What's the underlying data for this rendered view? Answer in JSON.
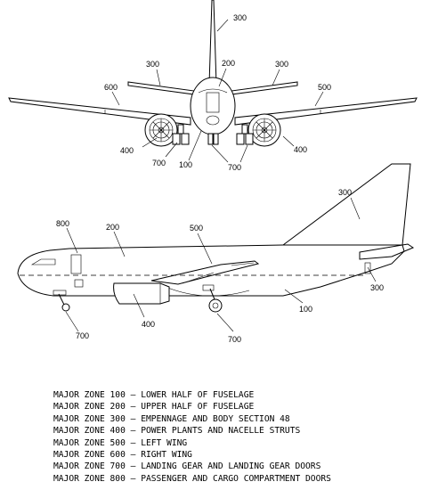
{
  "front_view": {
    "callouts": {
      "fin_top": "300",
      "stab_left": "300",
      "nose_top": "200",
      "stab_right": "300",
      "wing_left": "600",
      "wing_right": "500",
      "engine_left": "400",
      "engine_right": "400",
      "gear_left": "700",
      "belly": "100",
      "gear_center": "700"
    }
  },
  "side_view": {
    "callouts": {
      "fin": "300",
      "door": "800",
      "upper": "200",
      "wing": "500",
      "tail_lower": "300",
      "lower": "100",
      "engine": "400",
      "nose_gear": "700",
      "main_gear": "700"
    }
  },
  "legend": [
    "MAJOR ZONE 100 — LOWER HALF OF FUSELAGE",
    "MAJOR ZONE 200 — UPPER HALF OF FUSELAGE",
    "MAJOR ZONE 300 — EMPENNAGE AND BODY SECTION 48",
    "MAJOR ZONE 400 — POWER PLANTS AND NACELLE STRUTS",
    "MAJOR ZONE 500 — LEFT WING",
    "MAJOR ZONE 600 — RIGHT WING",
    "MAJOR ZONE 700 — LANDING GEAR AND LANDING GEAR DOORS",
    "MAJOR ZONE 800 — PASSENGER AND CARGO COMPARTMENT DOORS"
  ]
}
